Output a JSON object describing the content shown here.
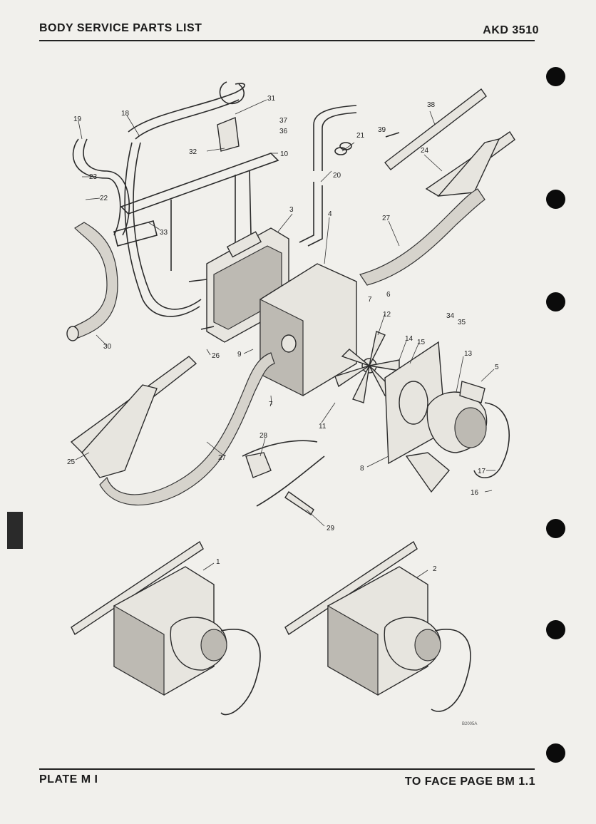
{
  "header": {
    "title": "BODY SERVICE PARTS LIST",
    "code": "AKD 3510"
  },
  "footer": {
    "plate": "PLATE M I",
    "page_ref": "TO FACE PAGE BM 1.1"
  },
  "diagram": {
    "credit": "B2005A",
    "callouts": {
      "c1": "1",
      "c2": "2",
      "c3": "3",
      "c4": "4",
      "c5": "5",
      "c6": "6",
      "c7a": "7",
      "c7b": "7",
      "c8": "8",
      "c9": "9",
      "c10": "10",
      "c11": "11",
      "c12": "12",
      "c13": "13",
      "c14": "14",
      "c15": "15",
      "c16": "16",
      "c17": "17",
      "c18": "18",
      "c19": "19",
      "c20": "20",
      "c21": "21",
      "c22": "22",
      "c23": "23",
      "c24": "24",
      "c25": "25",
      "c26": "26",
      "c27a": "27",
      "c27b": "27",
      "c28": "28",
      "c29": "29",
      "c30": "30",
      "c31": "31",
      "c32": "32",
      "c33": "33",
      "c34": "34",
      "c35": "35",
      "c36": "36",
      "c37": "37",
      "c38": "38",
      "c39": "39"
    }
  }
}
